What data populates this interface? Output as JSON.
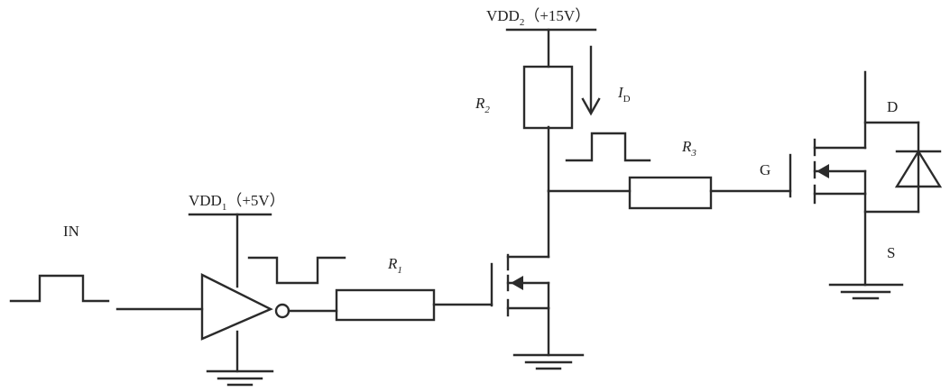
{
  "labels": {
    "in": "IN",
    "vdd1_main": "VDD",
    "vdd1_sub": "1",
    "vdd1_val": "（+5V）",
    "vdd2_main": "VDD",
    "vdd2_sub": "2",
    "vdd2_val": "（+15V）",
    "r1_main": "R",
    "r1_sub": "1",
    "r2_main": "R",
    "r2_sub": "2",
    "r3_main": "R",
    "r3_sub": "3",
    "id_main": "I",
    "id_sub": "D",
    "gate": "G",
    "drain": "D",
    "source": "S"
  }
}
